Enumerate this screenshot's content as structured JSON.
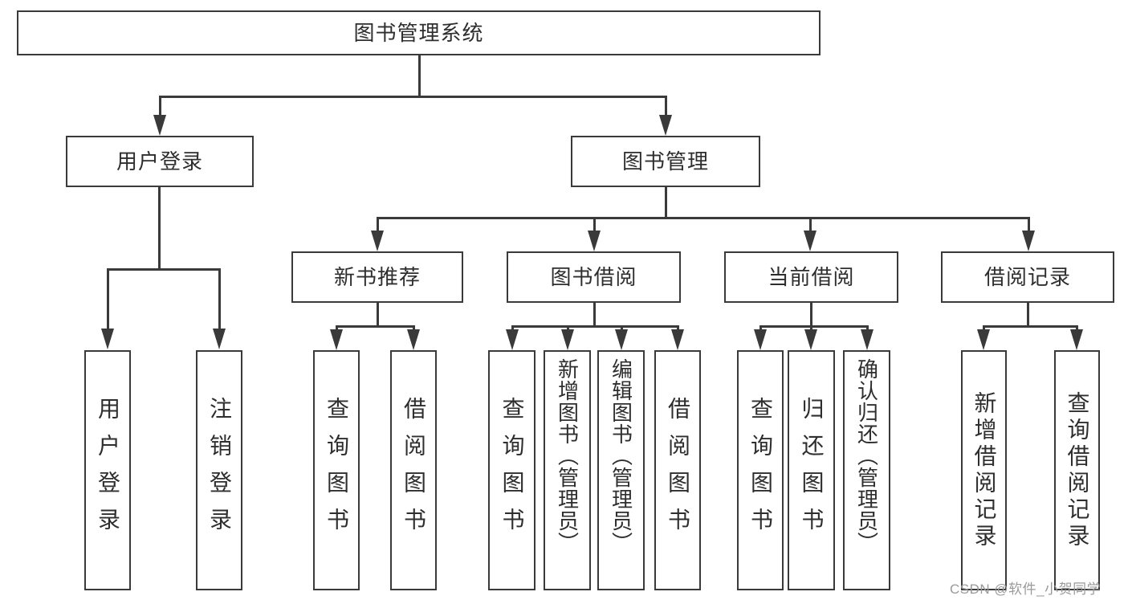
{
  "diagram": {
    "root": {
      "label": "图书管理系统"
    },
    "branches": [
      {
        "label": "用户登录",
        "children": [
          {
            "label": "用户登录"
          },
          {
            "label": "注销登录"
          }
        ]
      },
      {
        "label": "图书管理",
        "sections": [
          {
            "label": "新书推荐",
            "children": [
              {
                "label": "查询图书"
              },
              {
                "label": "借阅图书"
              }
            ]
          },
          {
            "label": "图书借阅",
            "children": [
              {
                "label": "查询图书"
              },
              {
                "label": "新增图书（管理员）"
              },
              {
                "label": "编辑图书（管理员）"
              },
              {
                "label": "借阅图书"
              }
            ]
          },
          {
            "label": "当前借阅",
            "children": [
              {
                "label": "查询图书"
              },
              {
                "label": "归还图书"
              },
              {
                "label": "确认归还（管理员）"
              }
            ]
          },
          {
            "label": "借阅记录",
            "children": [
              {
                "label": "新增借阅记录"
              },
              {
                "label": "查询借阅记录"
              }
            ]
          }
        ]
      }
    ]
  },
  "watermark": {
    "text": "CSDN @软件_小贺同学"
  },
  "colors": {
    "line": "#3a3a3a",
    "text": "#2e2e2e",
    "watermark": "#9a9a9a",
    "background": "#ffffff"
  }
}
